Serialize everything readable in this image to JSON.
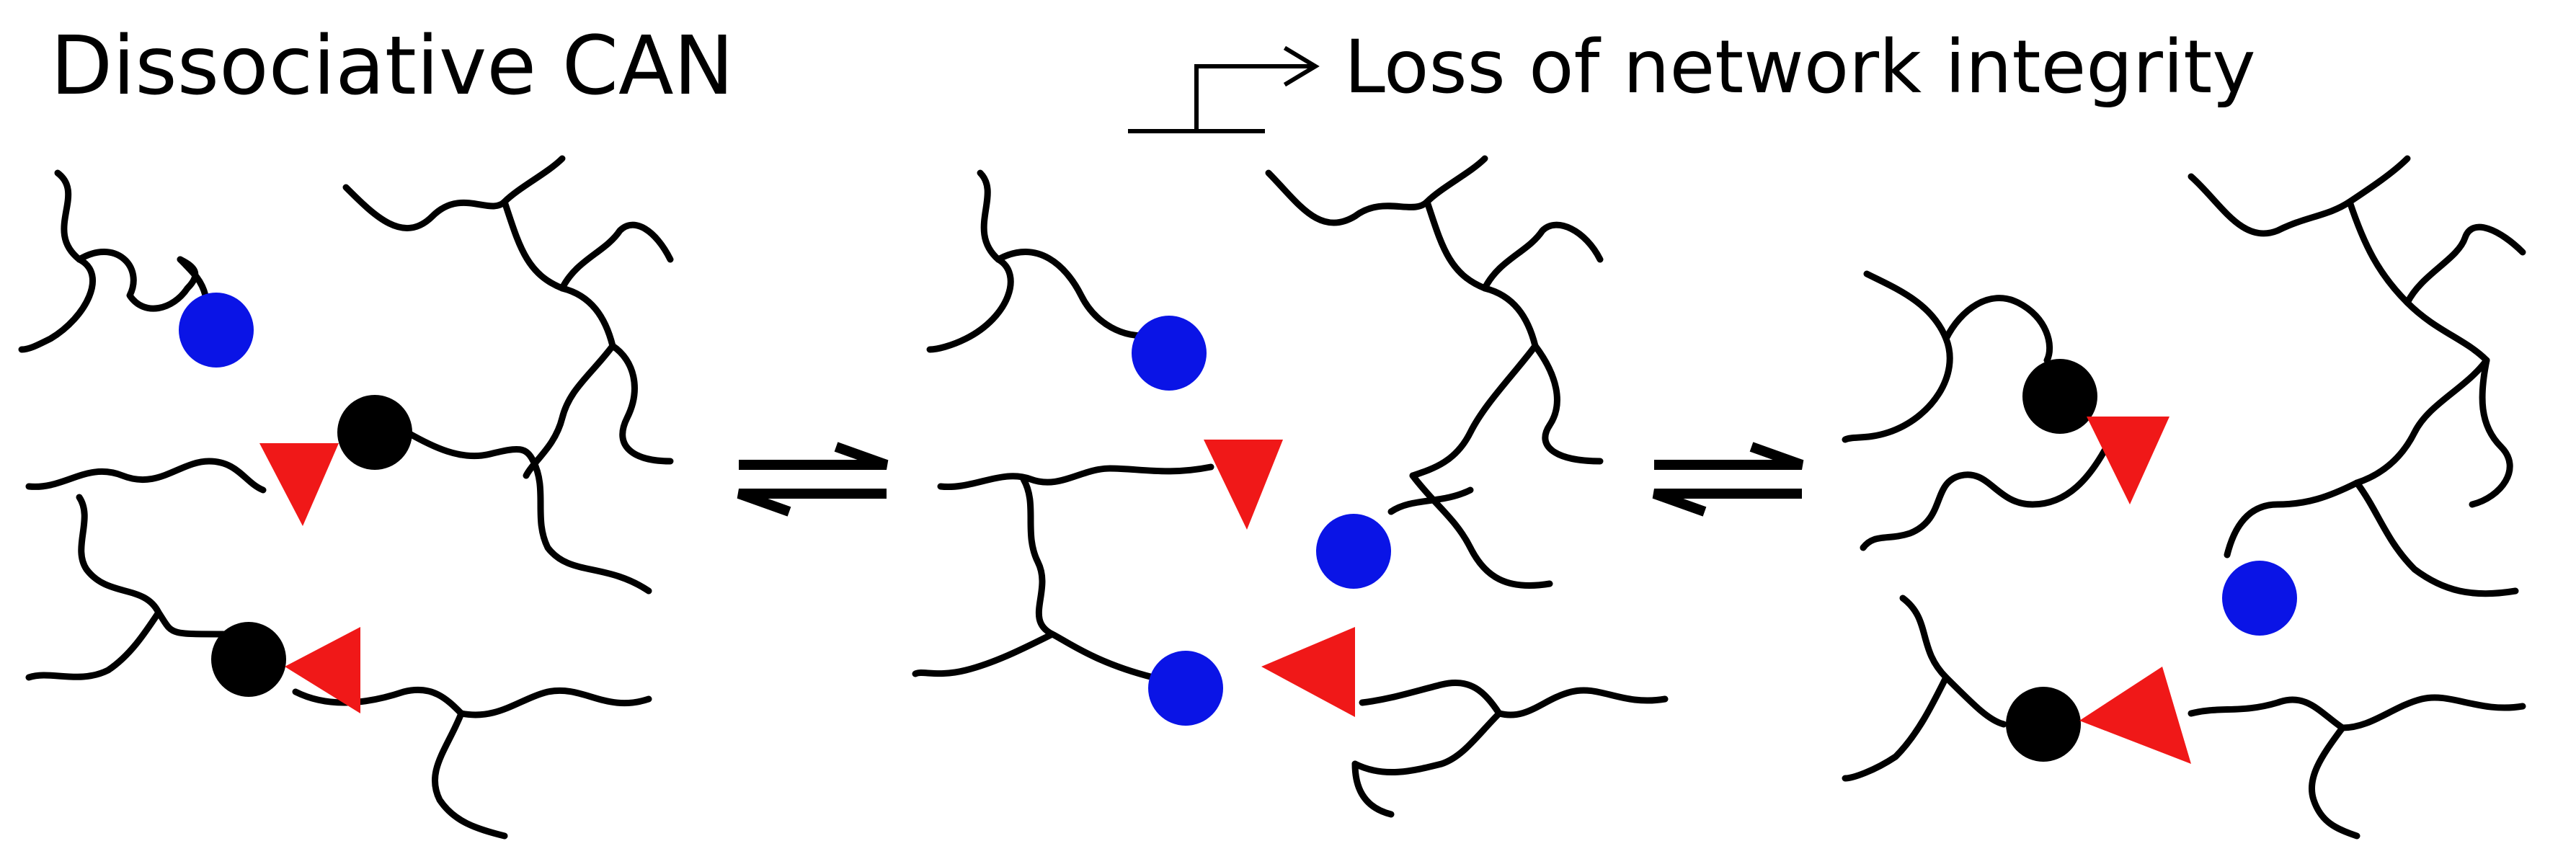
{
  "title": "Dissociative CAN",
  "annotation": "Loss of network integrity",
  "colors": {
    "chain": "#000000",
    "crosslink_node": "#000000",
    "reactive_end_circle": "#0a14e6",
    "reactive_end_triangle": "#f01818",
    "background": "#ffffff"
  },
  "icons": {
    "equilibrium": "equilibrium-arrows-icon",
    "annotation_arrow": "bent-arrow-icon"
  },
  "panels": [
    {
      "name": "state-1",
      "circles_blue": 1,
      "circles_black": 2,
      "triangles_red": 2
    },
    {
      "name": "state-2",
      "circles_blue": 3,
      "circles_black": 0,
      "triangles_red": 2
    },
    {
      "name": "state-3",
      "circles_blue": 1,
      "circles_black": 2,
      "triangles_red": 2
    }
  ]
}
